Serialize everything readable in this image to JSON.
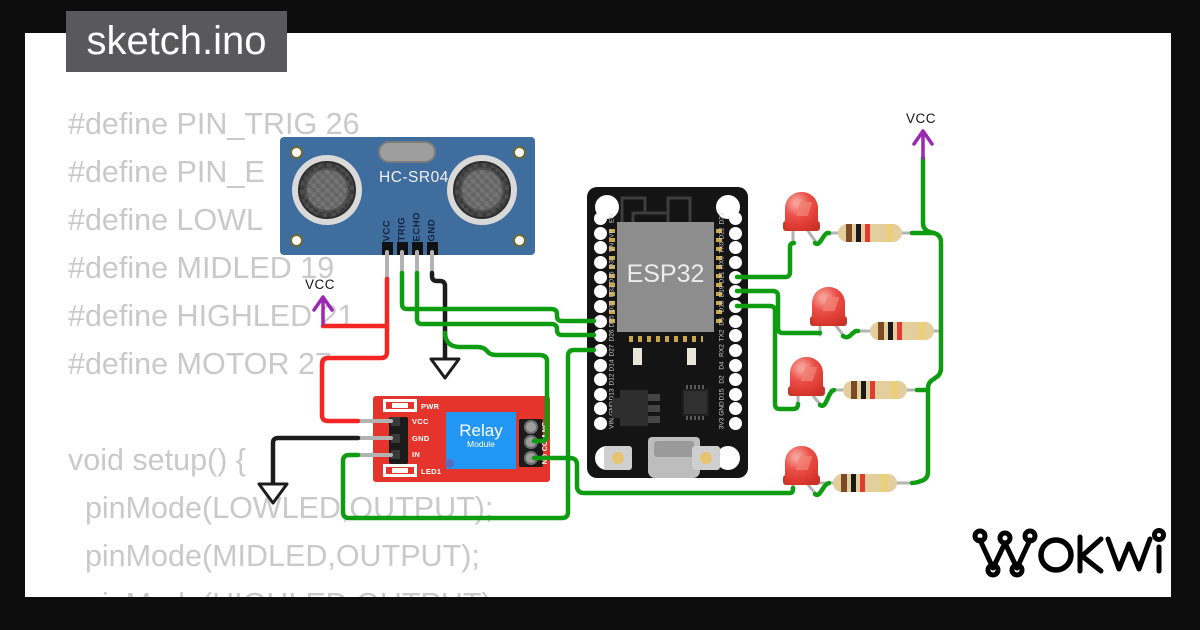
{
  "window": {
    "title": "sketch.ino"
  },
  "code": {
    "lines": [
      "#define PIN_TRIG 26",
      "#define PIN_E",
      "#define LOWL",
      "#define MIDLED 19",
      "#define HIGHLED 21",
      "#define MOTOR 27",
      "",
      "void setup() {",
      "  pinMode(LOWLED,OUTPUT);",
      "  pinMode(MIDLED,OUTPUT);",
      "  pinMode(HIGHLED,OUTPUT);"
    ]
  },
  "power": {
    "vcc_left": "VCC",
    "vcc_right": "VCC"
  },
  "sensor": {
    "title": "HC-SR04",
    "pins": [
      "VCC",
      "TRIG",
      "ECHO",
      "GND"
    ]
  },
  "esp32": {
    "label": "ESP32",
    "left_pins": [
      "EN",
      "VP",
      "VN",
      "D34",
      "D35",
      "D32",
      "D33",
      "D25",
      "D26",
      "D27",
      "D14",
      "D12",
      "D13",
      "GND",
      "VIN"
    ],
    "right_pins": [
      "D23",
      "D22",
      "TX0",
      "RX0",
      "D21",
      "D19",
      "D18",
      "D5",
      "TX2",
      "RX2",
      "D4",
      "D2",
      "D15",
      "GND",
      "3V3"
    ]
  },
  "relay": {
    "labels": {
      "pwr": "PWR",
      "vcc": "VCC",
      "gnd": "GND",
      "in": "IN",
      "led1": "LED1"
    },
    "module": {
      "title": "Relay",
      "subtitle": "Module"
    },
    "terminals": [
      "NC",
      "COM",
      "NO"
    ]
  },
  "logo": {
    "text": "WOKWI"
  },
  "colors": {
    "title_bg": "#59595b",
    "code_gray": "#c9c9c9",
    "board_blue": "#3f6d9e",
    "board_black": "#141414",
    "relay_red": "#e5342c",
    "module_blue": "#2196f3",
    "wire_green": "#0e9c10",
    "wire_red": "#f42525",
    "wire_black": "#1c1c1c",
    "vcc_purple": "#9c27b0",
    "lead_gray": "#b3b3b3",
    "resistor_body": "#e3cf9e"
  }
}
